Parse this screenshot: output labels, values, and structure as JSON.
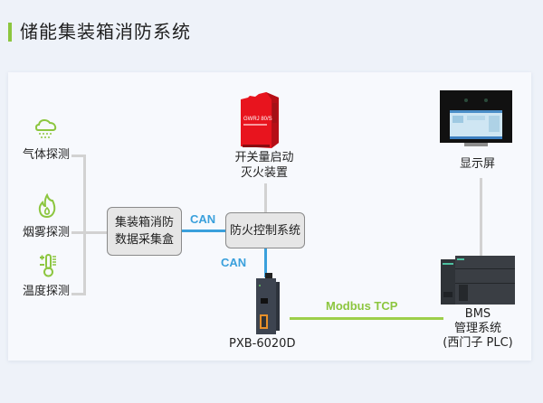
{
  "header": {
    "title": "储能集装箱消防系统",
    "accent_color": "#8cc63f"
  },
  "sensors": [
    {
      "label": "气体探测",
      "icon": "gas-cloud-icon"
    },
    {
      "label": "烟雾探测",
      "icon": "flame-icon"
    },
    {
      "label": "温度探测",
      "icon": "thermometer-icon"
    }
  ],
  "nodes": {
    "collector": {
      "line1": "集装箱消防",
      "line2": "数据采集盒"
    },
    "fire_control": {
      "label": "防火控制系统"
    },
    "extinguisher": {
      "line1": "开关量启动",
      "line2": "灭火装置",
      "icon": "fire-extinguisher-device-icon"
    },
    "gateway": {
      "label": "PXB-6020D",
      "icon": "gateway-device-icon"
    },
    "display": {
      "label": "显示屏",
      "icon": "display-screen-icon"
    },
    "bms": {
      "line1": "BMS",
      "line2": "管理系统",
      "line3": "(西门子 PLC)",
      "icon": "plc-device-icon"
    }
  },
  "links": {
    "can_1": "CAN",
    "can_2": "CAN",
    "modbus": "Modbus TCP"
  },
  "colors": {
    "can": "#3aa0dc",
    "modbus": "#8cc63f",
    "connector": "#d2d2d2",
    "icon": "#8cc63f"
  }
}
